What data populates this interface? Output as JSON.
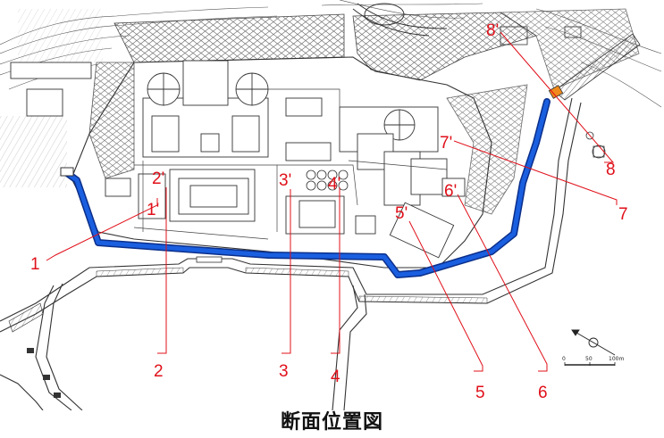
{
  "caption": "断面位置図",
  "colors": {
    "route": "#1a5fe0",
    "route_outline": "#0b2f8a",
    "section_line": "#e0101a",
    "linework": "#333333",
    "marker": "#f08a1c"
  },
  "sections": [
    {
      "id": "1",
      "start": "1",
      "end": "1'"
    },
    {
      "id": "2",
      "start": "2",
      "end": "2'"
    },
    {
      "id": "3",
      "start": "3",
      "end": "3'"
    },
    {
      "id": "4",
      "start": "4",
      "end": "4'"
    },
    {
      "id": "5",
      "start": "5",
      "end": "5'"
    },
    {
      "id": "6",
      "start": "6",
      "end": "6'"
    },
    {
      "id": "7",
      "start": "7",
      "end": "7'"
    },
    {
      "id": "8",
      "start": "8",
      "end": "8'"
    }
  ],
  "scale": {
    "ticks": [
      "0",
      "50",
      "100m"
    ]
  },
  "north_arrow": "north-arrow-icon"
}
